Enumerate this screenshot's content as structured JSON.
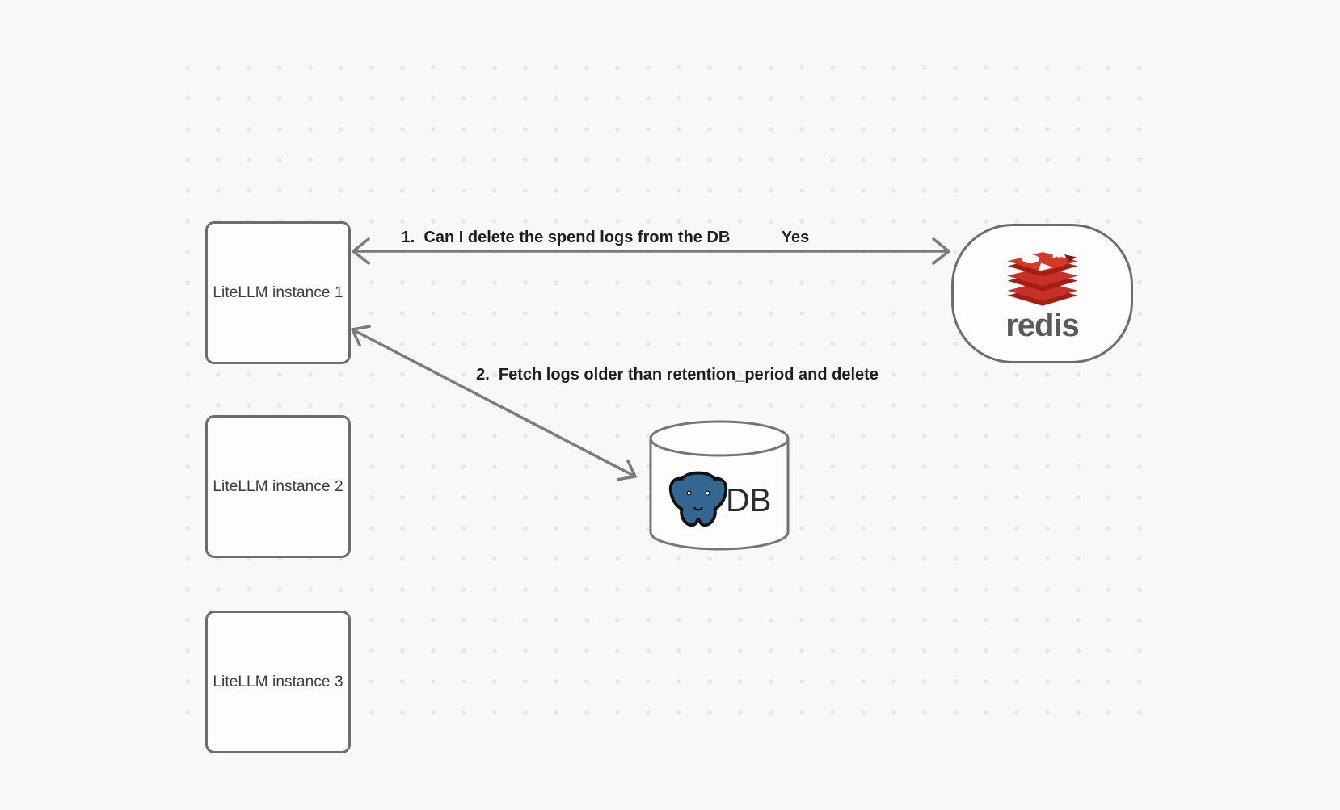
{
  "diagram": {
    "instances": [
      {
        "label": "LiteLLM instance 1"
      },
      {
        "label": "LiteLLM instance 2"
      },
      {
        "label": "LiteLLM instance 3"
      }
    ],
    "redis_node": {
      "name": "redis"
    },
    "db_node": {
      "label": "DB"
    },
    "edges": [
      {
        "label": "1.  Can I delete the spend logs from the DB",
        "response_label": "Yes",
        "from": "redis",
        "to": "LiteLLM instance 1",
        "style": "double-headed horizontal arrow"
      },
      {
        "label": "2.  Fetch logs older than retention_period and delete",
        "from": "LiteLLM instance 1",
        "to": "DB",
        "style": "double-headed diagonal arrow"
      }
    ]
  },
  "icons": {
    "redis_logo": "redis-stacked-discs-logo",
    "postgres_logo": "postgresql-elephant-logo"
  },
  "colors": {
    "background": "#f8f8f6",
    "grid_dot": "#e8e7e5",
    "node_border": "#6d6d6d",
    "node_fill": "#fdfdfd",
    "arrow": "#7b7b7b",
    "edge_label_text": "#1d1d1f",
    "node_label_text": "#3a3a3c",
    "redis_red": "#c6302b",
    "redis_dark_red": "#a41e11",
    "redis_logotype_gray": "#58595b",
    "postgres_blue": "#336791",
    "db_text": "#2d2d2d"
  }
}
